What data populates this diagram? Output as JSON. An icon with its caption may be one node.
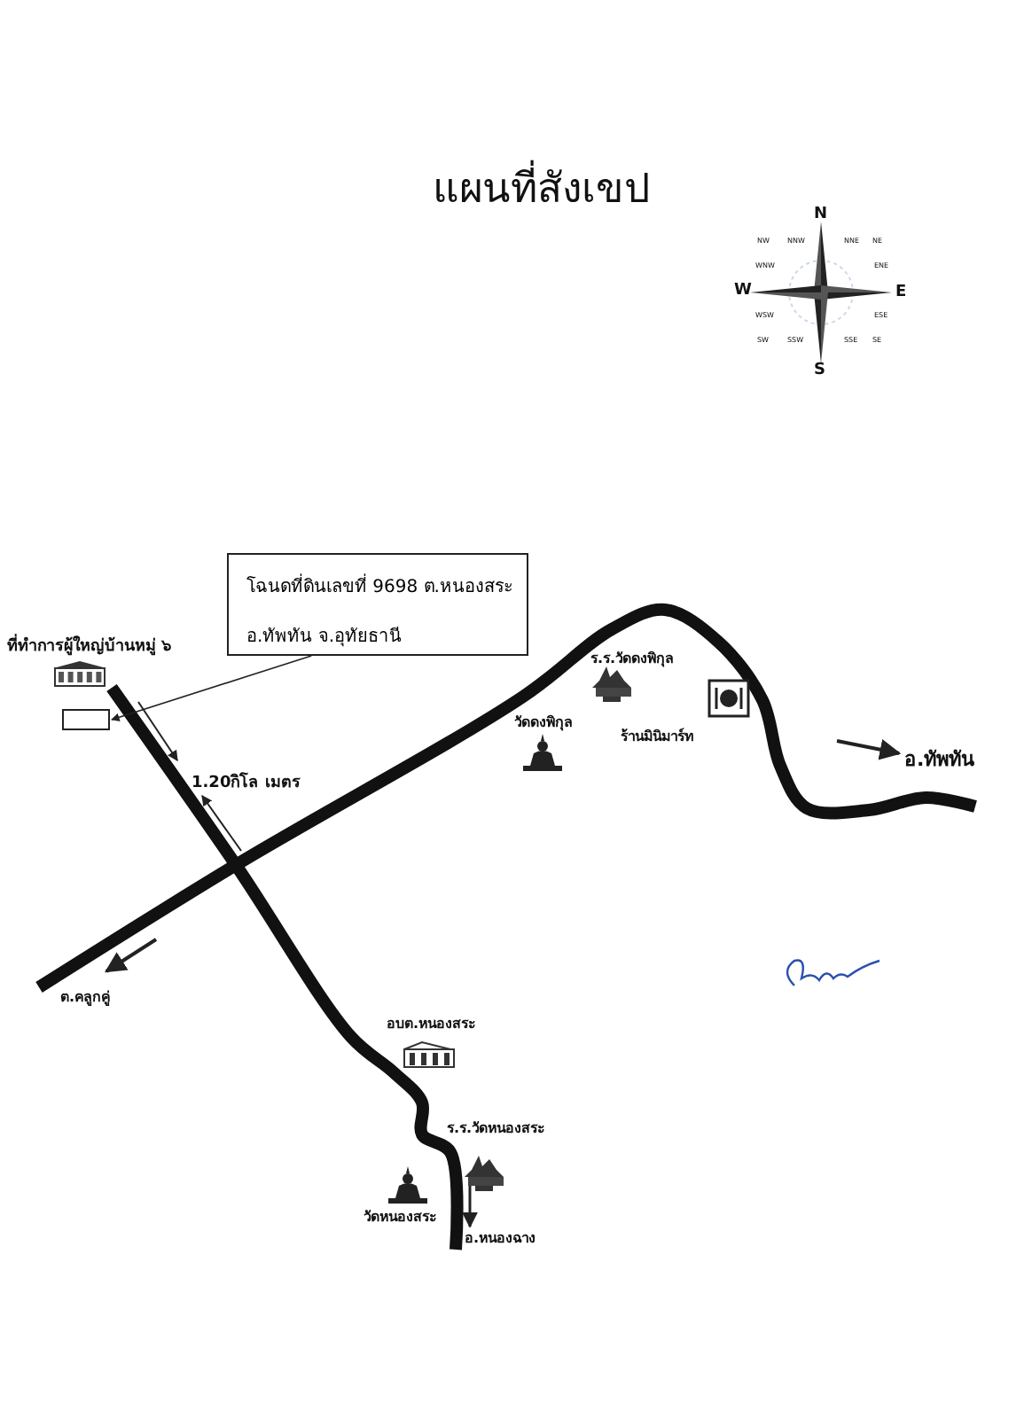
{
  "diagram": {
    "title": "แผนที่สังเขป",
    "nodes": [
      {
        "text": [
          "โฉนดที่ดินเลขที่ 9698 ต.หนองสระ",
          "อ.ทัพทัน จ.อุทัยธานี"
        ]
      },
      {
        "text": [],
        "shape": "box"
      }
    ],
    "edges": [
      {
        "from": 0,
        "to": 1,
        "arrow": "to"
      }
    ],
    "labels": [
      "N",
      "NW",
      "NNW",
      "NNE",
      "NE",
      "WNW",
      "ENE",
      "W",
      "E",
      "WSW",
      "ESE",
      "SW",
      "SSW",
      "SSE",
      "SE",
      "S",
      "ที่ทำการผู้ใหญ่บ้านหมู่ ๖",
      "1.20กิโล เมตร",
      "ร.ร.วัดดงพิกุล",
      "วัดดงพิกุล",
      "ร้านมินิมาร์ท",
      "อ.ทัพทัน",
      "ต.คลูกคู่",
      "อบต.หนองสระ",
      "ร.ร.วัดหนองสระ",
      "วัดหนองสระ",
      "อ.หนองฉาง"
    ]
  }
}
